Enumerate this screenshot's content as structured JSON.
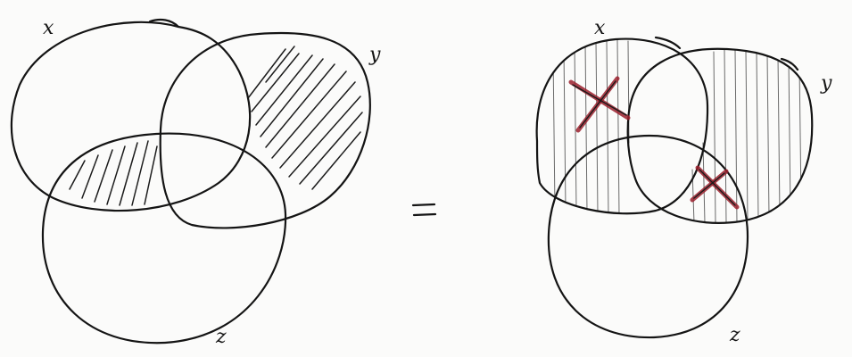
{
  "left_diagram": {
    "labels": {
      "x": "x",
      "y": "y",
      "z": "z"
    }
  },
  "equals_sign": "=",
  "right_diagram": {
    "labels": {
      "x": "x",
      "y": "y",
      "z": "z"
    }
  },
  "colors": {
    "ink": "#141414",
    "cross": "#9a1f2c",
    "paper": "#fbfbfa"
  }
}
